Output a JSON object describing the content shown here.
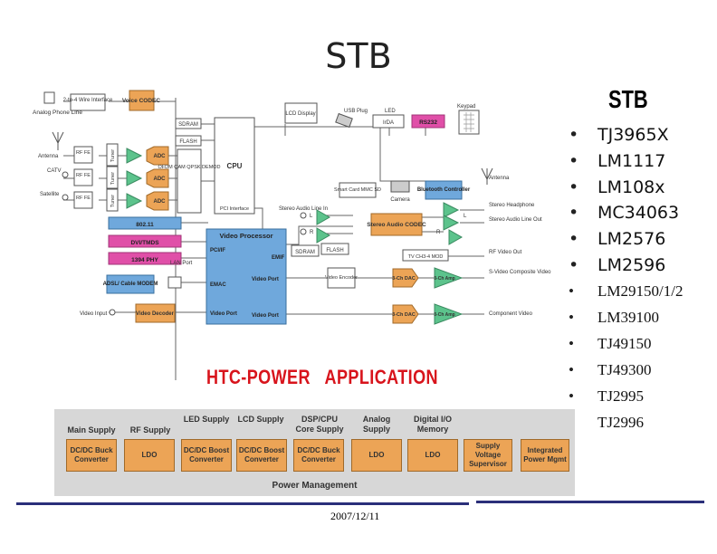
{
  "slide": {
    "title": "STB",
    "subtitle": "STB",
    "parts": [
      "TJ3965X",
      "LM1117",
      "LM108x",
      "MC34063",
      "LM2576",
      "LM2596",
      "LM29150/1/2",
      "LM39100",
      "TJ49150",
      "TJ49300",
      "TJ2995",
      "TJ2996"
    ],
    "bullet": "•",
    "app_title": "HTC-POWER   APPLICATION",
    "date": "2007/12/11"
  },
  "colors": {
    "orange": "#eca456",
    "blue": "#6fa8dc",
    "pink": "#e04fa8",
    "green": "#5cc38c",
    "cpu_bg": "#ffffff",
    "rule": "#2b2f7a",
    "accent_red": "#d8141c"
  },
  "diagram": {
    "analog_phone_line": "Analog Phone Line",
    "two_four_wire": "2-to-4 Wire Interface",
    "voice_codec": "Voice CODEC",
    "sdram": "SDRAM",
    "flash": "FLASH",
    "cpu": "CPU",
    "pci_interface": "PCI Interface",
    "lcd_display": "LCD Display",
    "usb_plug": "USB Plug",
    "led": "LED",
    "irda": "IrDA",
    "rs232": "RS232",
    "keypad": "Keypad",
    "antenna": "Antenna",
    "catv": "CATV",
    "satellite": "Satellite",
    "rf_fe": "RF FE",
    "tuner": "Tuner",
    "adc": "ADC",
    "ofdm": "OFDM QAM QPSK DEMOD",
    "smart_card": "Smart Card MMC SD",
    "camera": "Camera",
    "bluetooth": "Bluetooth Controller",
    "antenna_r": "Antenna",
    "stereo_headphone": "Stereo Headphone",
    "stereo_audio_line_out": "Stereo Audio Line Out",
    "stereo_audio_line_in": "Stereo Audio Line In",
    "stereo_audio_codec": "Stereo Audio CODEC",
    "l": "L",
    "r": "R",
    "wifi": "802.11",
    "dvi": "DVI/TMDS",
    "phy1394": "1394 PHY",
    "video_processor": "Video Processor",
    "pci_if": "PCI/IF",
    "emif": "EMIF",
    "lan_port": "LAN Port",
    "emac": "EMAC",
    "adsl": "ADSL/ Cable MODEM",
    "video_port_out": "Video Port",
    "video_port_out2": "Video Port",
    "video_port_in": "Video Port",
    "video_input": "Video Input",
    "video_decoder": "Video Decoder",
    "sdram2": "SDRAM",
    "flash2": "FLASH",
    "tv_mod": "TV CH3-4 MOD",
    "rf_video_out": "RF Video Out",
    "video_encoder": "Video Encoder",
    "dac3ch": "3-Ch DAC",
    "amp3ch": "3-Ch Amp",
    "svideo": "S-Video Composite Video",
    "component_video": "Component Video"
  },
  "power": {
    "labels": [
      "Main Supply",
      "RF Supply",
      "LED Supply",
      "LCD Supply",
      "DSP/CPU Core Supply",
      "Analog Supply",
      "Digital I/O Memory"
    ],
    "boxes": [
      "DC/DC Buck Converter",
      "LDO",
      "DC/DC Boost Converter",
      "DC/DC Boost Converter",
      "DC/DC Buck Converter",
      "LDO",
      "LDO",
      "Supply Voltage Supervisor",
      "Integrated Power Mgmt"
    ],
    "footer": "Power Management"
  }
}
